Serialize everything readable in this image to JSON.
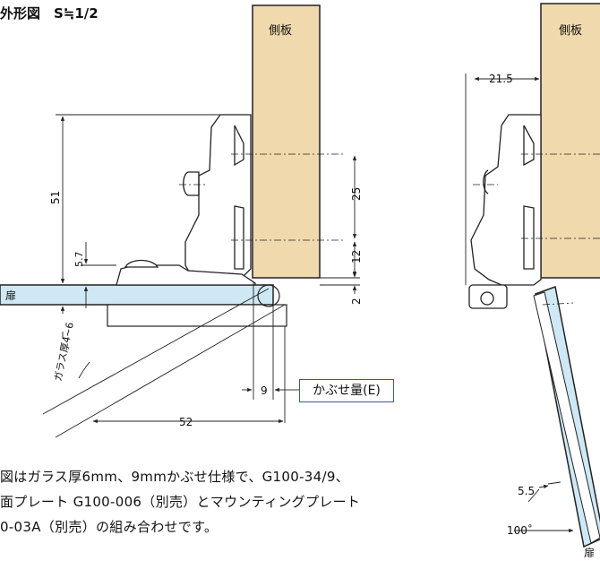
{
  "title": "外形図　S≒1/2",
  "labels": {
    "side_panel_left": "側板",
    "side_panel_right": "側板",
    "door_left": "扉",
    "door_right": "扉",
    "glass_thickness": "ガラス厚4~6",
    "overlay": "かぶせ量(E)"
  },
  "dimensions": {
    "d51": "51",
    "d5_7": "5.7",
    "d25": "25",
    "d12": "12",
    "d2": "2",
    "d9": "9",
    "d52": "52",
    "d21_5": "21.5",
    "d5_5": "5.5",
    "d100": "100˚"
  },
  "note_lines": [
    "図はガラス厚6mm、9mmかぶせ仕様で、G100-34/9、",
    "面プレート G100-006（別売）とマウンティングプレート",
    "0-03A（別売）の組み合わせです。"
  ],
  "colors": {
    "panel": "#f0d9ad",
    "glass": "#cfe8f5",
    "line": "#222222",
    "tag_border": "#3a5a9a"
  }
}
